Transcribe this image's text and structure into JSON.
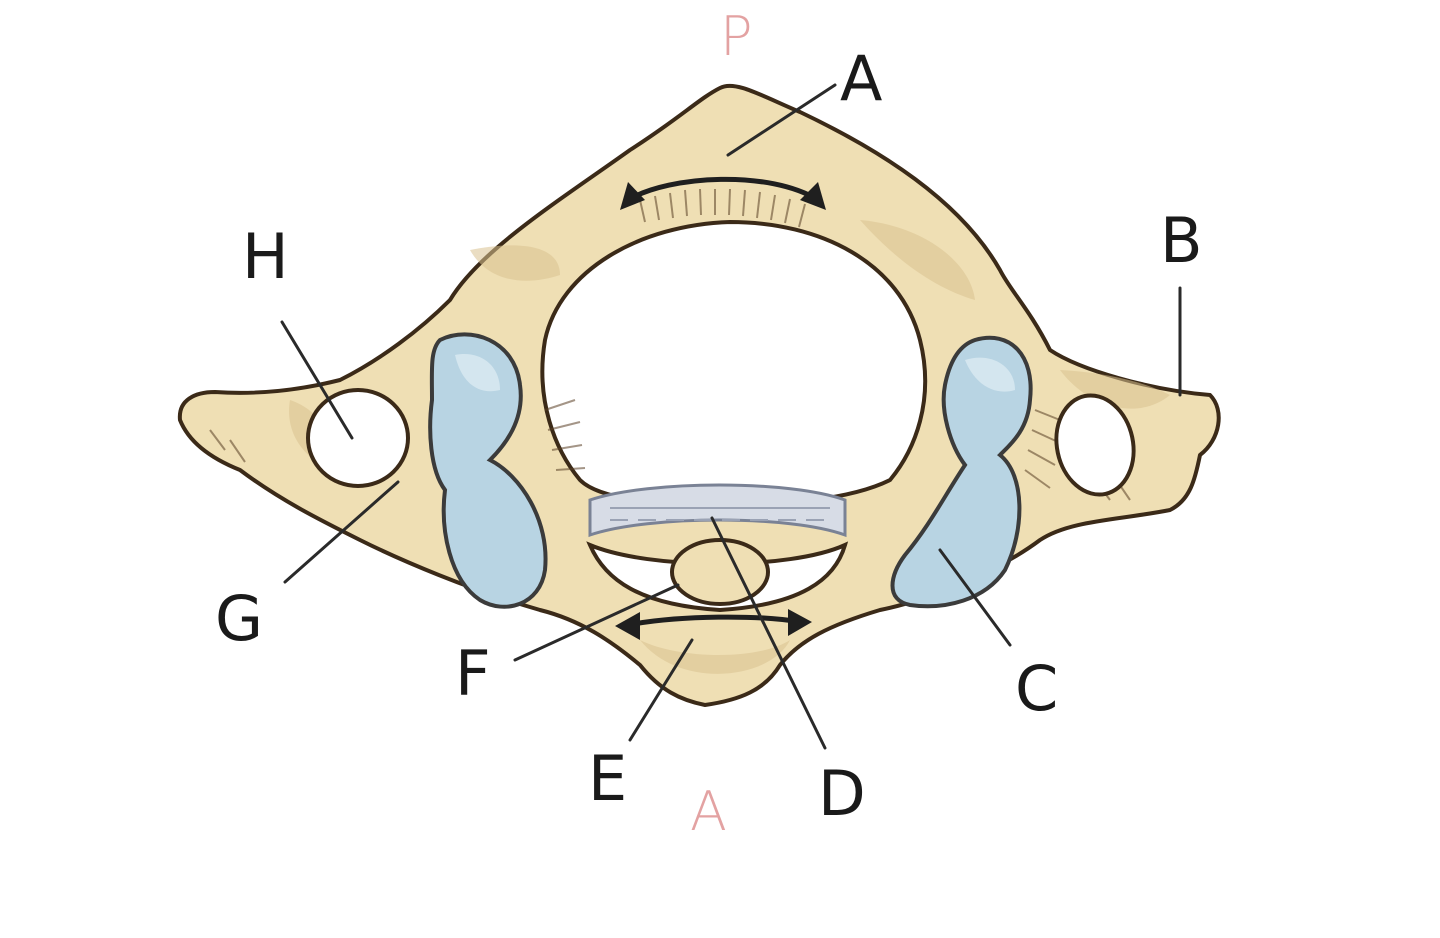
{
  "figure": {
    "orientation": {
      "posterior": "P",
      "anterior": "A"
    },
    "labels": {
      "a": "A",
      "b": "B",
      "c": "C",
      "d": "D",
      "e": "E",
      "f": "F",
      "g": "G",
      "h": "H"
    }
  },
  "colors": {
    "bone": "#efdfb4",
    "cartilage": "#b8d4e3",
    "outline": "#3b2a18",
    "orientation_text": "#e3a2a2"
  }
}
